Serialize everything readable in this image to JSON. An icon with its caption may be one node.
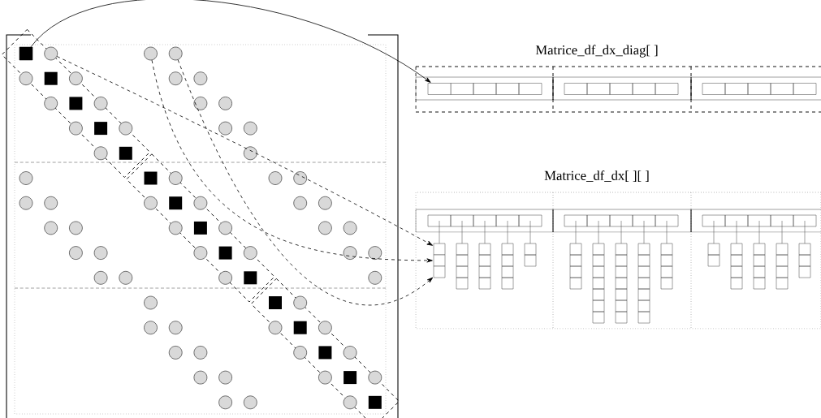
{
  "diagram": {
    "nodes": [
      {
        "text": [],
        "shape": "box"
      },
      {
        "text": [],
        "shape": "circle"
      },
      {
        "text": [],
        "shape": "circle"
      },
      {
        "text": [],
        "shape": "circle"
      },
      {
        "text": [],
        "shape": "box"
      },
      {
        "text": [],
        "shape": "box"
      },
      {
        "text": [],
        "shape": "box"
      },
      {
        "text": [],
        "shape": "box"
      }
    ],
    "edges": [
      {
        "from": 0,
        "to": 4,
        "arrow": "to"
      },
      {
        "from": 1,
        "to": 5,
        "arrow": "to",
        "style": "dashed"
      },
      {
        "from": 2,
        "to": 6,
        "arrow": "to",
        "style": "dashed"
      },
      {
        "from": 3,
        "to": 7,
        "arrow": "to",
        "style": "dashed"
      }
    ],
    "labels": [
      "Matrice_df_dx_diag[ ]",
      "Matrice_df_dx[ ][ ]"
    ]
  }
}
